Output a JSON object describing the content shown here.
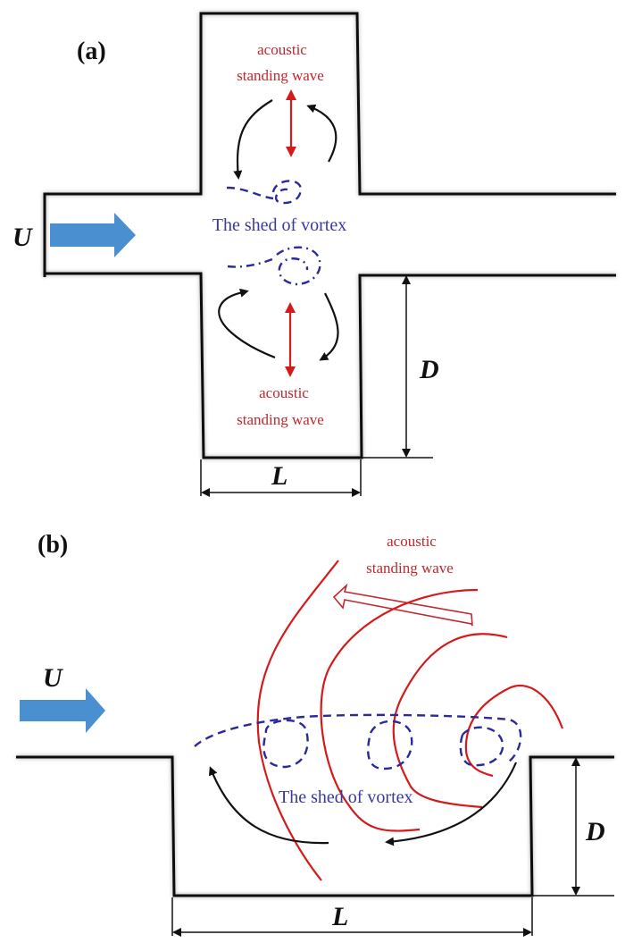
{
  "panel_a": {
    "label": "(a)",
    "flow_symbol": "U",
    "depth_symbol": "D",
    "length_symbol": "L",
    "top_wave_line1": "acoustic",
    "top_wave_line2": "standing wave",
    "bottom_wave_line1": "acoustic",
    "bottom_wave_line2": "standing wave",
    "vortex_text": "The shed of vortex"
  },
  "panel_b": {
    "label": "(b)",
    "flow_symbol": "U",
    "depth_symbol": "D",
    "length_symbol": "L",
    "wave_line1": "acoustic",
    "wave_line2": "standing wave",
    "vortex_text": "The shed of vortex"
  },
  "colors": {
    "flow_arrow": "#4a8fd0",
    "acoustic": "#d41a1a",
    "vortex": "#2a2a9a",
    "wall": "#111111"
  }
}
